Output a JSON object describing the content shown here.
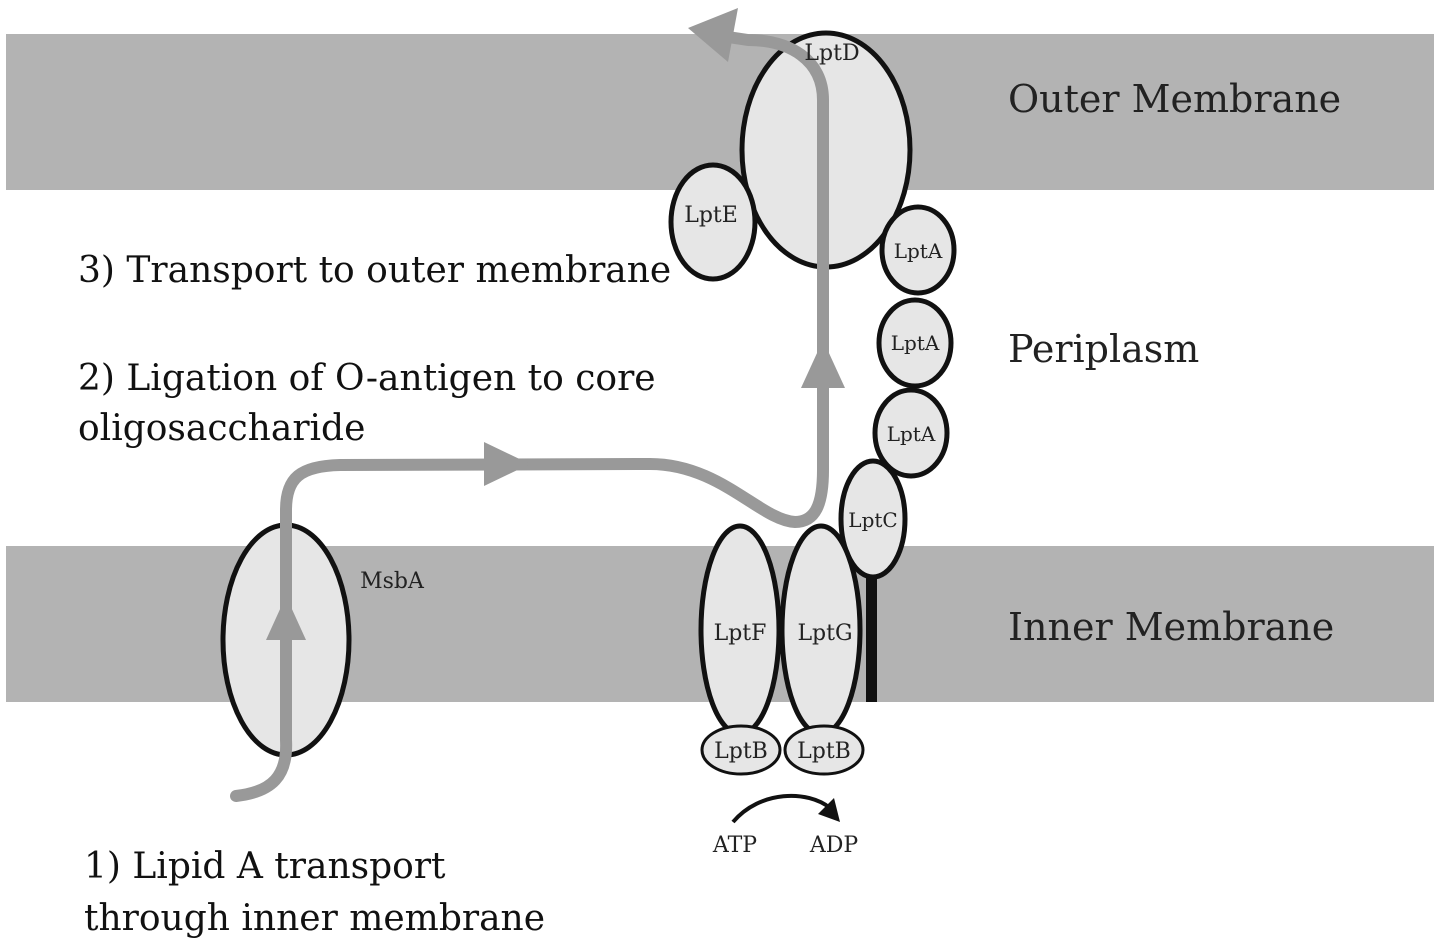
{
  "membranes": {
    "outer": "Outer Membrane",
    "periplasm": "Periplasm",
    "inner": "Inner Membrane"
  },
  "steps": {
    "step1_line1": "1) Lipid A transport",
    "step1_line2": "through inner membrane",
    "step2_line1": "2) Ligation of O-antigen to core",
    "step2_line2": "oligosaccharide",
    "step3": "3) Transport to outer membrane"
  },
  "proteins": {
    "lptd": "LptD",
    "lpte": "LptE",
    "lpta_1": "LptA",
    "lpta_2": "LptA",
    "lpta_3": "LptA",
    "lptc": "LptC",
    "lptf": "LptF",
    "lptg": "LptG",
    "lptb_1": "LptB",
    "lptb_2": "LptB",
    "msba": "MsbA"
  },
  "energy": {
    "atp": "ATP",
    "adp": "ADP"
  },
  "colors": {
    "membrane": "#b3b3b3",
    "protein_fill": "#e6e6e6",
    "pathway_arrow": "#999999",
    "outline": "#111111"
  }
}
